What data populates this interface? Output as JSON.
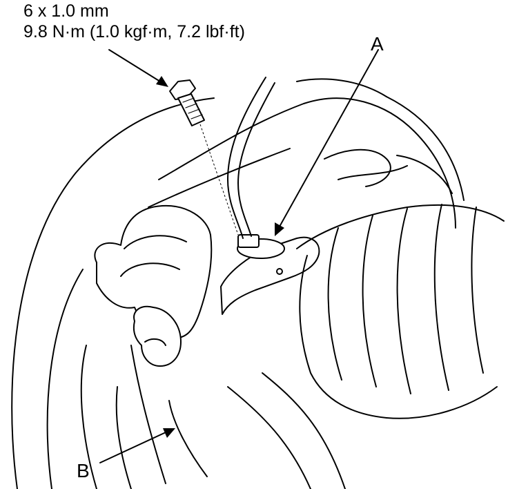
{
  "fastener": {
    "size": "6 x 1.0 mm",
    "torque": "9.8 N·m (1.0 kgf·m, 7.2 lbf·ft)"
  },
  "callouts": {
    "a": "A",
    "b": "B"
  }
}
